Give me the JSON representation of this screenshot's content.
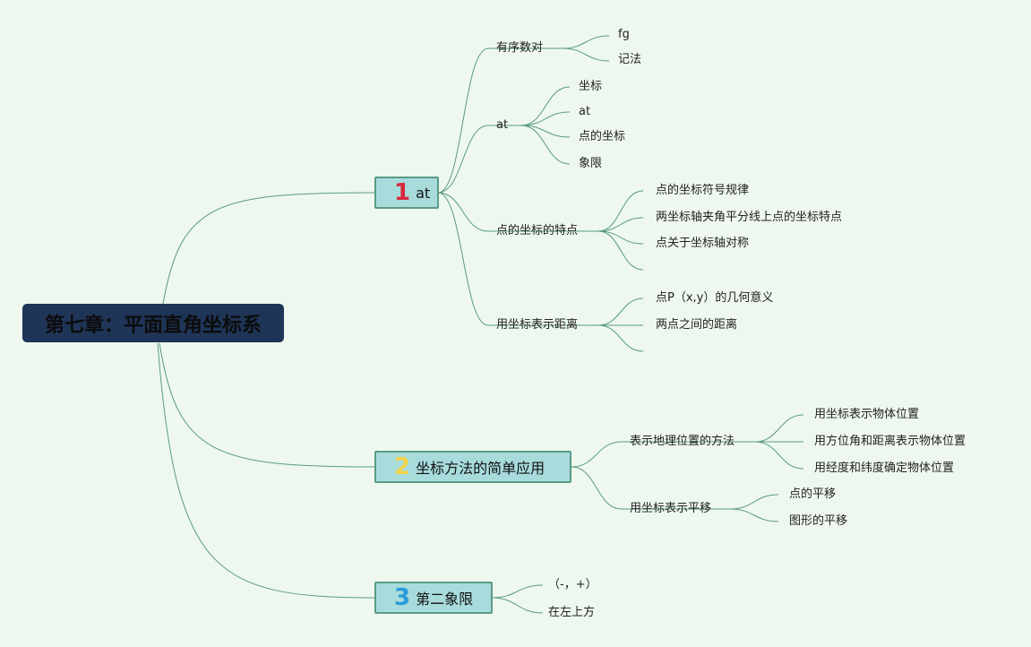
{
  "root": {
    "title": "第七章：平面直角坐标系"
  },
  "branches": [
    {
      "number": "1",
      "number_color": "#d9283f",
      "label": "at",
      "children": [
        {
          "label": "有序数对",
          "children": [
            "fg",
            "记法"
          ]
        },
        {
          "label": "at",
          "children": [
            "坐标",
            "at",
            "点的坐标",
            "象限"
          ]
        },
        {
          "label": "点的坐标的特点",
          "children": [
            "点的坐标符号规律",
            "两坐标轴夹角平分线上点的坐标特点",
            "点关于坐标轴对称",
            ""
          ]
        },
        {
          "label": "用坐标表示距离",
          "children": [
            "点P（x,y）的几何意义",
            "两点之间的距离",
            ""
          ]
        }
      ]
    },
    {
      "number": "2",
      "number_color": "#f2d54a",
      "label": "坐标方法的简单应用",
      "children": [
        {
          "label": "表示地理位置的方法",
          "children": [
            "用坐标表示物体位置",
            "用方位角和距离表示物体位置",
            "用经度和纬度确定物体位置"
          ]
        },
        {
          "label": "用坐标表示平移",
          "children": [
            "点的平移",
            "图形的平移"
          ]
        }
      ]
    },
    {
      "number": "3",
      "number_color": "#2a9ad8",
      "label": "第二象限",
      "children": [
        {
          "label": "（-，+）"
        },
        {
          "label": "在左上方"
        }
      ]
    }
  ],
  "colors": {
    "background": "#eef8ef",
    "root_fill": "#1e3557",
    "branch_fill": "#a7dbdc",
    "line": "#5a9a86"
  }
}
